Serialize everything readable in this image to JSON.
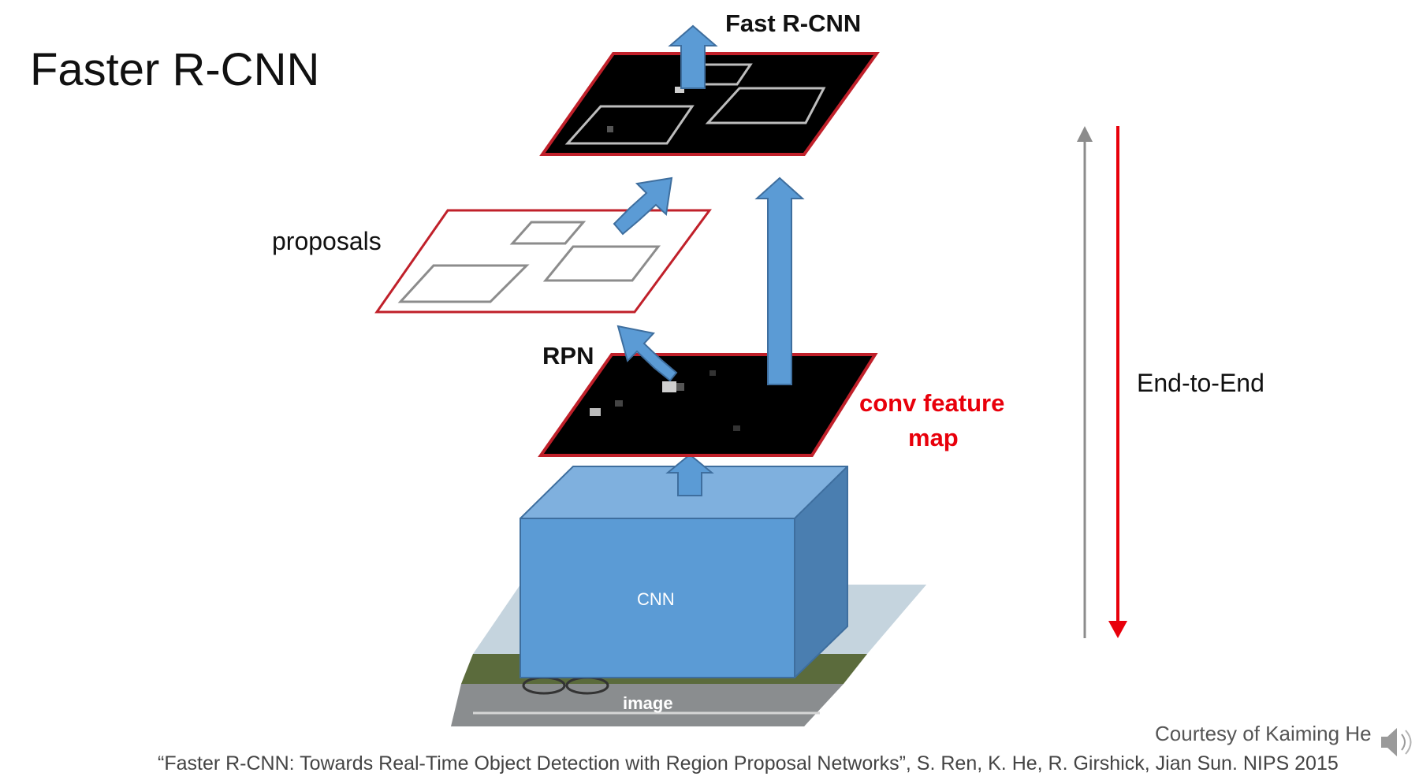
{
  "slide": {
    "title": "Faster R-CNN",
    "layers": {
      "top_label": "Fast R-CNN",
      "proposals_label": "proposals",
      "rpn_label": "RPN",
      "feature_map_label_line1": "conv feature",
      "feature_map_label_line2": "map",
      "cnn_label": "CNN",
      "image_label": "image"
    },
    "side": {
      "end_to_end_label": "End-to-End"
    },
    "footer": {
      "courtesy": "Courtesy of Kaiming He",
      "citation": "“Faster R-CNN: Towards Real-Time Object Detection with Region Proposal Networks”, S. Ren, K. He, R. Girshick, Jian Sun. NIPS 2015"
    },
    "colors": {
      "box_blue": "#5b9bd5",
      "box_blue_dark": "#4a7eb0",
      "box_blue_light": "#7fb0de",
      "accent_red": "#c0202a",
      "arrow_red": "#e8000b",
      "arrow_gray": "#8c8c8c"
    },
    "icons": {
      "speaker": "speaker-icon"
    }
  }
}
